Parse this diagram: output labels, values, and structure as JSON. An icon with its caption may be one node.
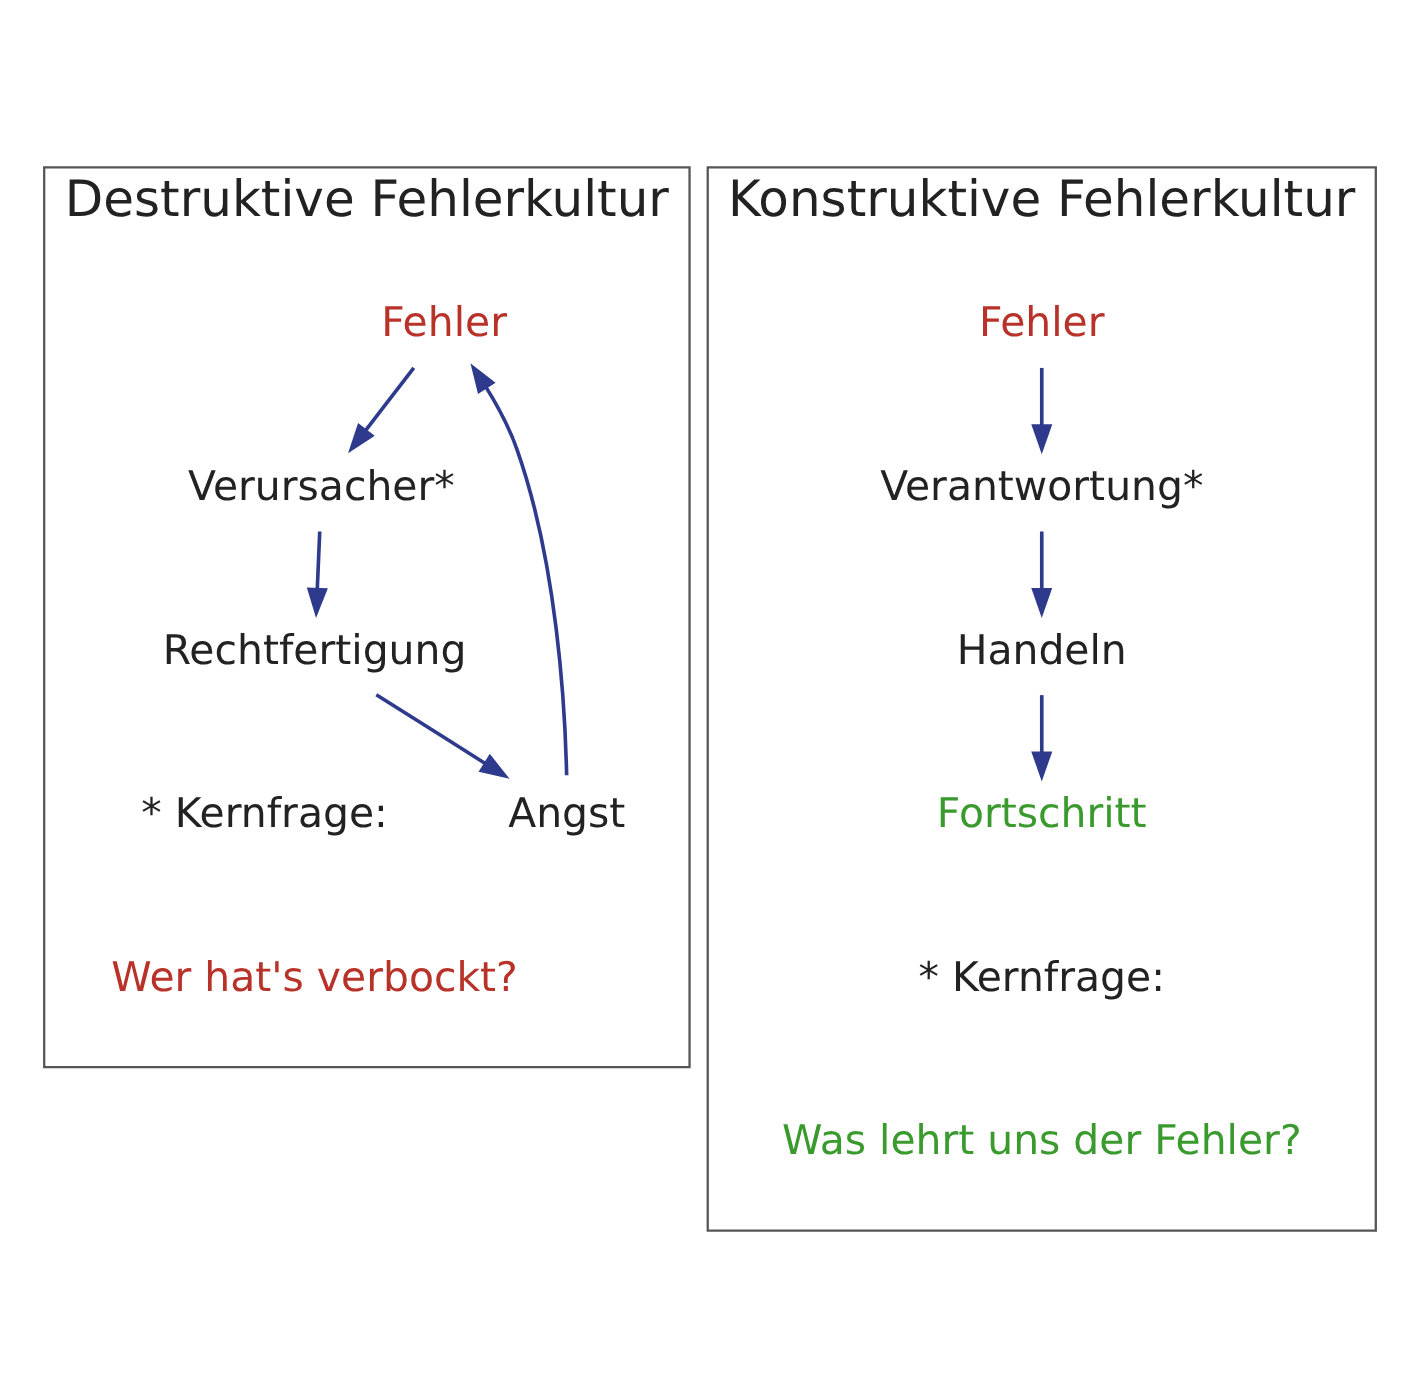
{
  "diagram": {
    "nodes": [
      {
        "text": [
          "Destruktive Fehlerkultur"
        ]
      },
      {
        "text": [
          "Fehler"
        ],
        "in": 0
      },
      {
        "text": [
          "Verursacher*"
        ],
        "in": 0
      },
      {
        "text": [
          "Rechtfertigung"
        ],
        "in": 0
      },
      {
        "text": [
          "Angst"
        ],
        "in": 0
      },
      {
        "text": [
          "Konstruktive Fehlerkultur"
        ]
      },
      {
        "text": [
          "Fehler"
        ],
        "in": 5
      },
      {
        "text": [
          "Verantwortung*"
        ],
        "in": 5
      },
      {
        "text": [
          "Handeln"
        ],
        "in": 5
      },
      {
        "text": [
          "Fortschritt"
        ],
        "in": 5
      }
    ],
    "edges": [
      {
        "from": 1,
        "to": 2,
        "arrow": "to"
      },
      {
        "from": 2,
        "to": 3,
        "arrow": "to"
      },
      {
        "from": 3,
        "to": 4,
        "arrow": "to"
      },
      {
        "from": 4,
        "to": 1,
        "arrow": "to"
      },
      {
        "from": 6,
        "to": 7,
        "arrow": "to"
      },
      {
        "from": 7,
        "to": 8,
        "arrow": "to"
      },
      {
        "from": 8,
        "to": 9,
        "arrow": "to"
      }
    ],
    "labels": [
      "* Kernfrage:",
      "Wer hat's verbockt?",
      "* Kernfrage:",
      "Was lehrt uns der Fehler?"
    ]
  }
}
